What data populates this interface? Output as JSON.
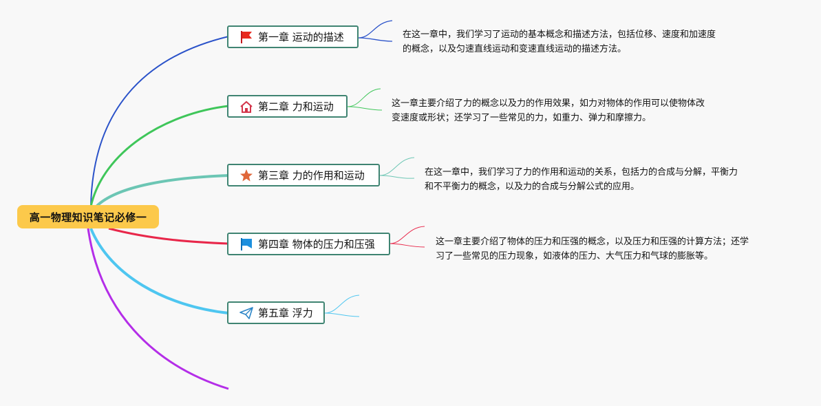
{
  "root": {
    "label": "高一物理知识笔记必修一"
  },
  "chapters": [
    {
      "label": "第一章 运动的描述",
      "icon": "red-flag-icon",
      "color": "#2a52c9",
      "note": [
        "在这一章中，我们学习了运动的基本概念和描述方法，包括位移、速度和加速度",
        "的概念，以及匀速直线运动和变速直线运动的描述方法。"
      ]
    },
    {
      "label": "第二章 力和运动",
      "icon": "home-icon",
      "color": "#3fc65a",
      "note": [
        "这一章主要介绍了力的概念以及力的作用效果，如力对物体的作用可以使物体改",
        "变速度或形状；还学习了一些常见的力，如重力、弹力和摩擦力。"
      ]
    },
    {
      "label": "第三章 力的作用和运动",
      "icon": "star-icon",
      "color": "#6cc6b4",
      "note": [
        "在这一章中，我们学习了力的作用和运动的关系，包括力的合成与分解，平衡力",
        "和不平衡力的概念，以及力的合成与分解公式的应用。"
      ]
    },
    {
      "label": "第四章 物体的压力和压强",
      "icon": "blue-flag-icon",
      "color": "#e8274a",
      "note": [
        "这一章主要介绍了物体的压力和压强的概念，以及压力和压强的计算方法；还学",
        "习了一些常见的压力现象，如液体的压力、大气压力和气球的膨胀等。"
      ]
    },
    {
      "label": "第五章 浮力",
      "icon": "paper-plane-icon",
      "color": "#4ec6f0",
      "note": []
    }
  ],
  "extra_branch_color": "#b42ee8"
}
